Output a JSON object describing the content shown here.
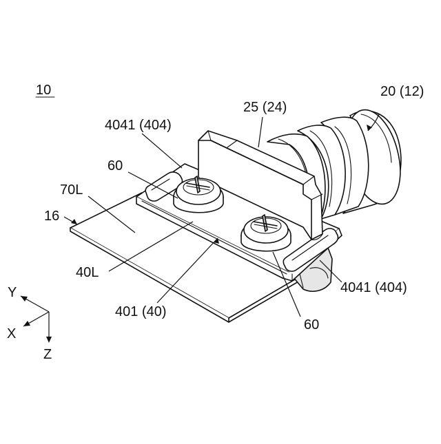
{
  "figure_number": "10",
  "labels": {
    "camera": "20 (12)",
    "bracket": "25 (24)",
    "slot_top": "4041 (404)",
    "screw_top": "60",
    "panel": "70L",
    "board_edge": "16",
    "plate_edge": "40L",
    "plate": "401 (40)",
    "screw_bottom": "60",
    "slot_right": "4041 (404)"
  },
  "axes": {
    "y": "Y",
    "x": "X",
    "z": "Z"
  }
}
